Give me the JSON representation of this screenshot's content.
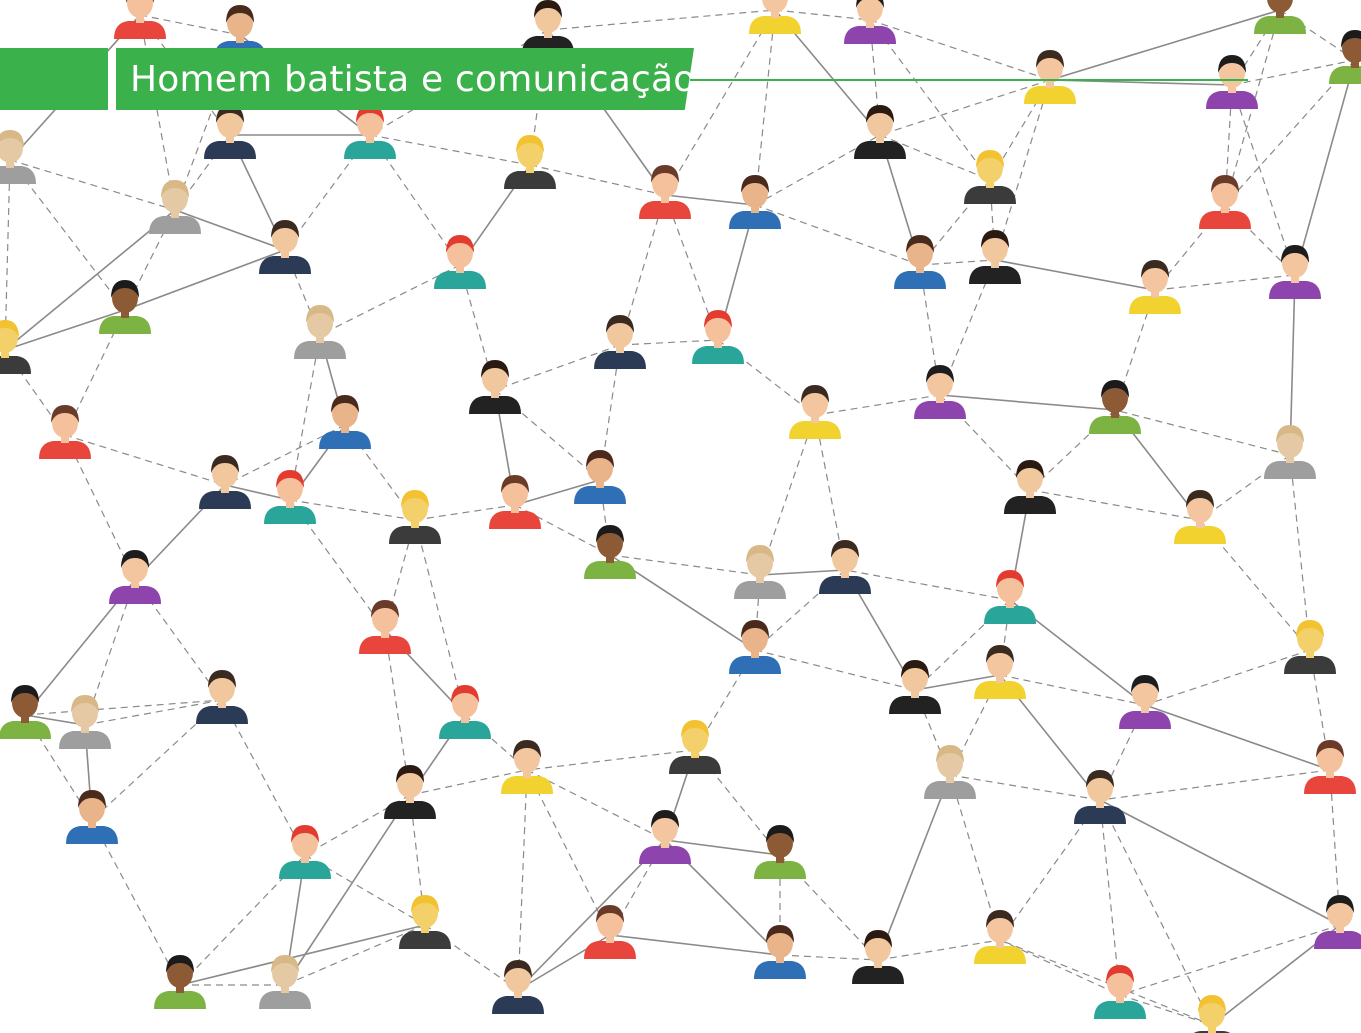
{
  "header": {
    "title": "Homem batista e comunicação"
  },
  "colors": {
    "accent": "#3ab14a",
    "title_text": "#ffffff",
    "background": "#ffffff",
    "link_line": "#8a8a8a"
  },
  "illustration": {
    "subject": "social-network-of-people-avatars",
    "avatar_count": 92
  }
}
